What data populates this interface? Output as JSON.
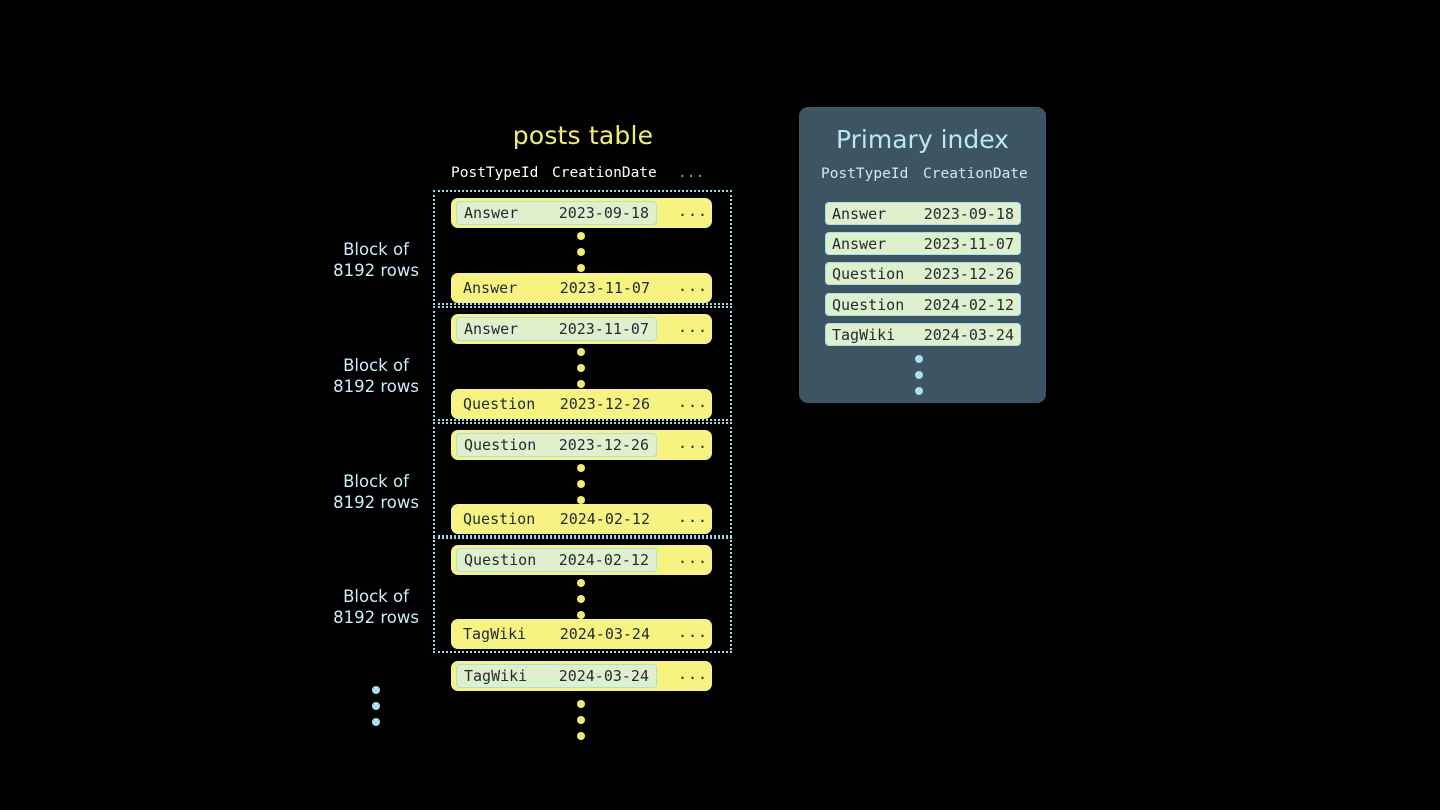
{
  "posts_table": {
    "title": "posts table",
    "columns": {
      "type": "PostTypeId",
      "date": "CreationDate",
      "rest": "..."
    },
    "row_rest": "...",
    "block_label": "Block of\n8192 rows",
    "blocks": [
      {
        "label_line1": "Block of",
        "label_line2": "8192 rows",
        "first_row": {
          "type": "Answer",
          "date": "2023-09-18",
          "rest": "...",
          "highlighted": true
        },
        "last_row": {
          "type": "Answer",
          "date": "2023-11-07",
          "rest": "...",
          "highlighted": false
        }
      },
      {
        "label_line1": "Block of",
        "label_line2": "8192 rows",
        "first_row": {
          "type": "Answer",
          "date": "2023-11-07",
          "rest": "...",
          "highlighted": true
        },
        "last_row": {
          "type": "Question",
          "date": "2023-12-26",
          "rest": "...",
          "highlighted": false
        }
      },
      {
        "label_line1": "Block of",
        "label_line2": "8192 rows",
        "first_row": {
          "type": "Question",
          "date": "2023-12-26",
          "rest": "...",
          "highlighted": true
        },
        "last_row": {
          "type": "Question",
          "date": "2024-02-12",
          "rest": "...",
          "highlighted": false
        }
      },
      {
        "label_line1": "Block of",
        "label_line2": "8192 rows",
        "first_row": {
          "type": "Question",
          "date": "2024-02-12",
          "rest": "...",
          "highlighted": true
        },
        "last_row": {
          "type": "TagWiki",
          "date": "2024-03-24",
          "rest": "...",
          "highlighted": false
        }
      }
    ],
    "trailing_row": {
      "type": "TagWiki",
      "date": "2024-03-24",
      "rest": "...",
      "highlighted": true
    }
  },
  "primary_index": {
    "title": "Primary index",
    "columns": {
      "type": "PostTypeId",
      "date": "CreationDate"
    },
    "entries": [
      {
        "type": "Answer",
        "date": "2023-09-18"
      },
      {
        "type": "Answer",
        "date": "2023-11-07"
      },
      {
        "type": "Question",
        "date": "2023-12-26"
      },
      {
        "type": "Question",
        "date": "2024-02-12"
      },
      {
        "type": "TagWiki",
        "date": "2024-03-24"
      }
    ]
  },
  "colors": {
    "background": "#000000",
    "row_yellow": "#f7f380",
    "highlight_mint": "#dff0cd",
    "highlight_border": "#a9dfe8",
    "block_border": "#9fd8e8",
    "label_cyan": "#c9eef7",
    "title_yellow": "#f2f06a",
    "panel_bg": "#3d5463",
    "panel_title": "#b8e8f5",
    "dot_yellow": "#f2ec6e",
    "dot_cyan": "#a8e0f2"
  }
}
